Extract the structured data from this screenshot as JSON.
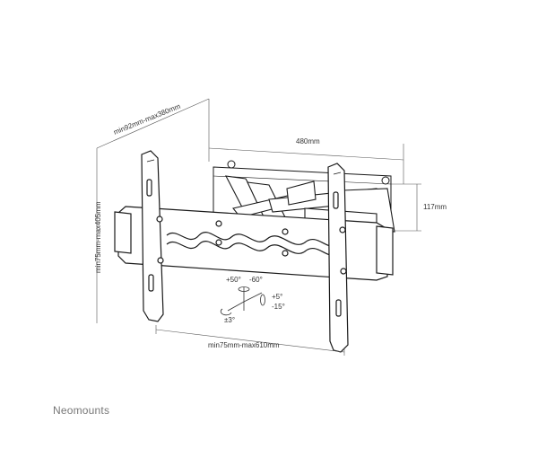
{
  "dimensions": {
    "depth": "min92mm-max380mm",
    "width": "480mm",
    "height_right": "117mm",
    "vertical_range": "min75mm-max405mm",
    "horizontal_range": "min75mm-max610mm"
  },
  "tilt": {
    "up": "+50°",
    "down": "-60°",
    "swivel_plus": "+5°",
    "swivel_minus": "-15°",
    "rotate": "±3°"
  },
  "brand": "Neomounts",
  "colors": {
    "line": "#1a1a1a",
    "dimension": "#555555",
    "brand": "#777777"
  }
}
